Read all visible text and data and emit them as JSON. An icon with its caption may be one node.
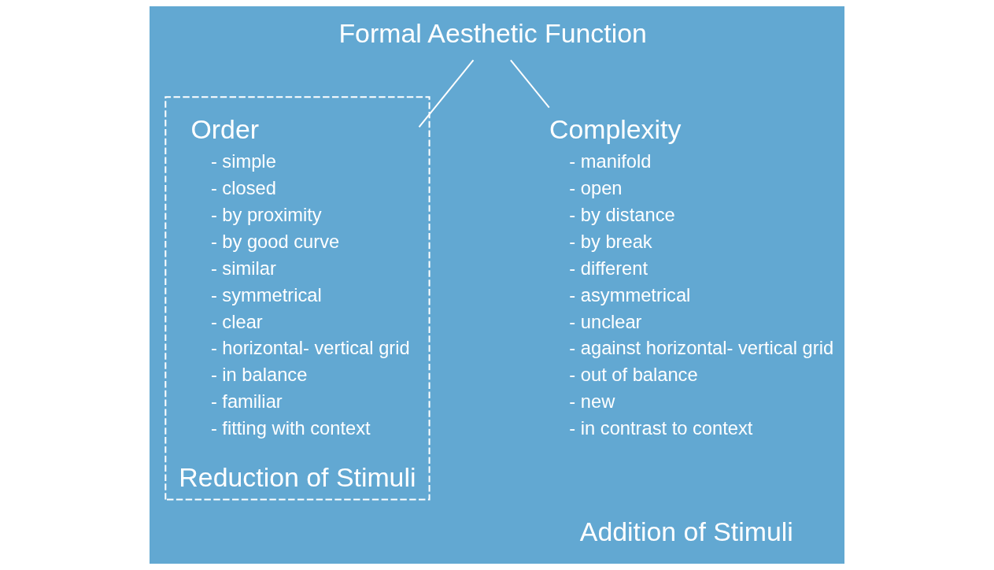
{
  "diagram": {
    "nodes": [
      {
        "text": [
          "Formal Aesthetic Function"
        ]
      },
      {
        "text": [
          "Reduction of Stimuli"
        ]
      },
      {
        "text": [
          "Order",
          "- simple",
          "- closed",
          "- by proximity",
          "- by good curve",
          "- similar",
          "- symmetrical",
          "- clear",
          "- horizontal- vertical grid",
          "- in balance",
          "- familiar",
          "- fitting with context"
        ],
        "in": 1
      },
      {
        "text": [
          "Complexity",
          "- manifold",
          "- open",
          "- by distance",
          "- by break",
          "- different",
          "- asymmetrical",
          "- unclear",
          "- against horizontal- vertical grid",
          "- out of balance",
          "- new",
          "- in contrast to context"
        ]
      }
    ],
    "edges": [
      {
        "from": 0,
        "to": 2,
        "arrow": "none"
      },
      {
        "from": 0,
        "to": 3,
        "arrow": "none"
      }
    ],
    "labels": [
      "Addition of Stimuli"
    ]
  }
}
